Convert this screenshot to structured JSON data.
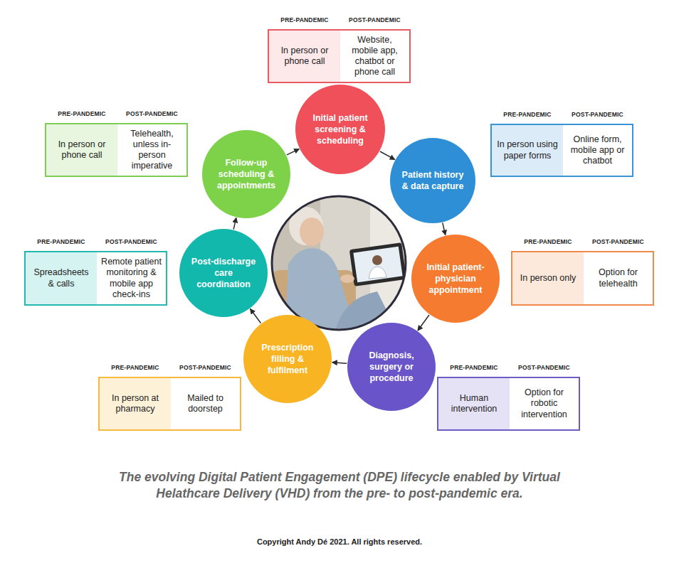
{
  "diagram": {
    "caption": "The evolving Digital Patient Engagement (DPE) lifecycle enabled by Virtual Helathcare Delivery (VHD) from the pre- to post-pandemic era.",
    "nodes": [
      {
        "text": [
          "Initial patient screening & scheduling"
        ]
      },
      {
        "text": []
      },
      {
        "text": [
          "PRE-PANDEMIC",
          "In person or phone call"
        ],
        "in": 1
      },
      {
        "text": [
          "POST-PANDEMIC",
          "Website, mobile app, chatbot or phone call"
        ],
        "in": 1
      },
      {
        "text": [
          "Patient history & data capture"
        ]
      },
      {
        "text": []
      },
      {
        "text": [
          "PRE-PANDEMIC",
          "In person using paper forms"
        ],
        "in": 5
      },
      {
        "text": [
          "POST-PANDEMIC",
          "Online form, mobile app or chatbot"
        ],
        "in": 5
      },
      {
        "text": [
          "Initial patient-physician appointment"
        ]
      },
      {
        "text": []
      },
      {
        "text": [
          "PRE-PANDEMIC",
          "In person only"
        ],
        "in": 9
      },
      {
        "text": [
          "POST-PANDEMIC",
          "Option for telehealth"
        ],
        "in": 9
      },
      {
        "text": [
          "Diagnosis, surgery or procedure"
        ]
      },
      {
        "text": []
      },
      {
        "text": [
          "PRE-PANDEMIC",
          "Human intervention"
        ],
        "in": 13
      },
      {
        "text": [
          "POST-PANDEMIC",
          "Option for robotic intervention"
        ],
        "in": 13
      },
      {
        "text": [
          "Prescription filling & fulfilment"
        ]
      },
      {
        "text": []
      },
      {
        "text": [
          "PRE-PANDEMIC",
          "In person at pharmacy"
        ],
        "in": 17
      },
      {
        "text": [
          "POST-PANDEMIC",
          "Mailed to doorstep"
        ],
        "in": 17
      },
      {
        "text": [
          "Post-discharge care coordination"
        ]
      },
      {
        "text": []
      },
      {
        "text": [
          "PRE-PANDEMIC",
          "Spreadsheets & calls"
        ],
        "in": 21
      },
      {
        "text": [
          "POST-PANDEMIC",
          "Remote patient monitoring & mobile app check-ins"
        ],
        "in": 21
      },
      {
        "text": [
          "Follow-up scheduling & appointments"
        ]
      },
      {
        "text": []
      },
      {
        "text": [
          "PRE-PANDEMIC",
          "In person or phone call"
        ],
        "in": 25
      },
      {
        "text": [
          "POST-PANDEMIC",
          "Telehealth, unless in-person imperative"
        ],
        "in": 25
      }
    ],
    "edges": [
      {
        "from": 0,
        "to": 4,
        "arrow": "to"
      },
      {
        "from": 4,
        "to": 8,
        "arrow": "to"
      },
      {
        "from": 8,
        "to": 12,
        "arrow": "to"
      },
      {
        "from": 12,
        "to": 16,
        "arrow": "to"
      },
      {
        "from": 16,
        "to": 20,
        "arrow": "to"
      },
      {
        "from": 20,
        "to": 24,
        "arrow": "to"
      },
      {
        "from": 24,
        "to": 0,
        "arrow": "to"
      }
    ],
    "labels": [
      "Copyright Andy Dé 2021. All rights reserved."
    ]
  }
}
